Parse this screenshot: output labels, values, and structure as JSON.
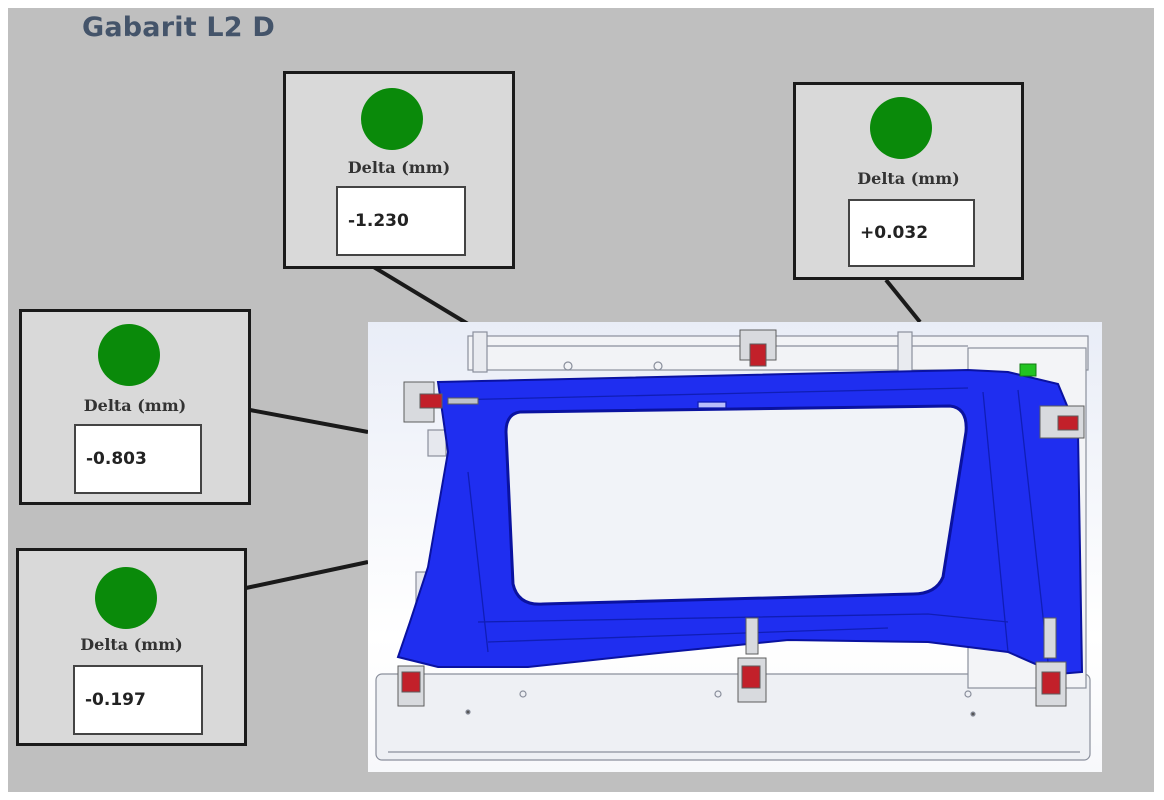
{
  "title": "Gabarit L2 D",
  "colors": {
    "ok": "#0a8a0a",
    "part": "#1f2ef0",
    "clamp": "#c2202a"
  },
  "panels": [
    {
      "id": "top-center",
      "label": "Delta (mm)",
      "value": "-1.230",
      "status": "ok"
    },
    {
      "id": "top-right",
      "label": "Delta (mm)",
      "value": "+0.032",
      "status": "ok"
    },
    {
      "id": "left-upper",
      "label": "Delta (mm)",
      "value": "-0.803",
      "status": "ok"
    },
    {
      "id": "left-lower",
      "label": "Delta (mm)",
      "value": "-0.197",
      "status": "ok"
    }
  ]
}
